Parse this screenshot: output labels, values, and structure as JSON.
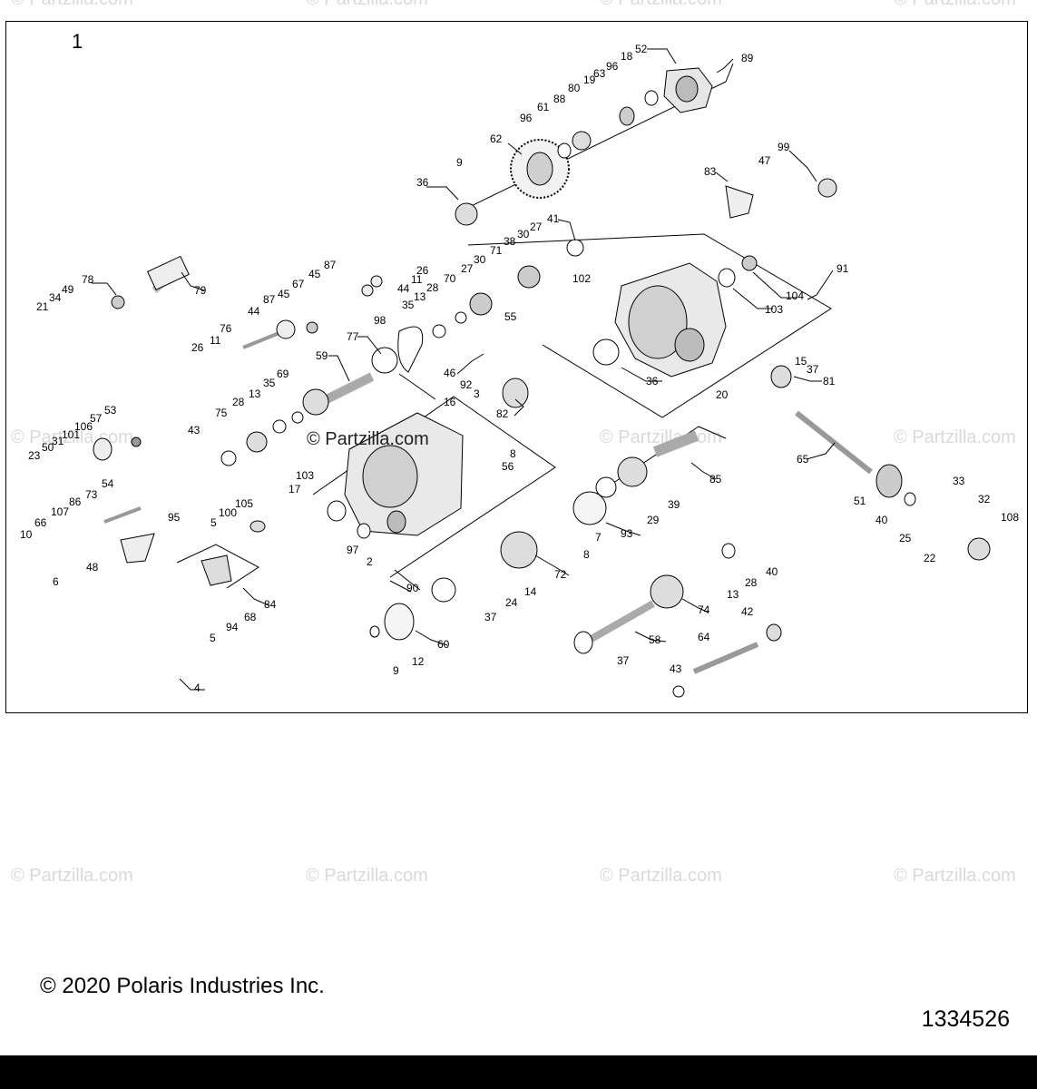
{
  "frame_label": "1",
  "watermark": "© Partzilla.com",
  "center_watermark": "© Partzilla.com",
  "copyright": "© 2020 Polaris Industries Inc.",
  "diagram_number": "1334526",
  "callouts": [
    "1",
    "2",
    "3",
    "4",
    "5",
    "6",
    "7",
    "8",
    "9",
    "10",
    "11",
    "12",
    "13",
    "14",
    "15",
    "16",
    "17",
    "18",
    "19",
    "20",
    "21",
    "22",
    "23",
    "24",
    "25",
    "26",
    "27",
    "28",
    "29",
    "30",
    "31",
    "32",
    "33",
    "34",
    "35",
    "36",
    "37",
    "38",
    "39",
    "40",
    "41",
    "42",
    "43",
    "44",
    "45",
    "46",
    "47",
    "48",
    "49",
    "50",
    "51",
    "52",
    "53",
    "54",
    "55",
    "56",
    "57",
    "58",
    "59",
    "60",
    "61",
    "62",
    "63",
    "64",
    "65",
    "66",
    "67",
    "68",
    "69",
    "70",
    "71",
    "72",
    "73",
    "74",
    "75",
    "76",
    "77",
    "78",
    "79",
    "80",
    "81",
    "82",
    "83",
    "84",
    "85",
    "86",
    "87",
    "88",
    "89",
    "90",
    "91",
    "92",
    "93",
    "94",
    "95",
    "96",
    "97",
    "98",
    "99",
    "100",
    "101",
    "102",
    "103",
    "104",
    "105",
    "106",
    "107",
    "108"
  ]
}
